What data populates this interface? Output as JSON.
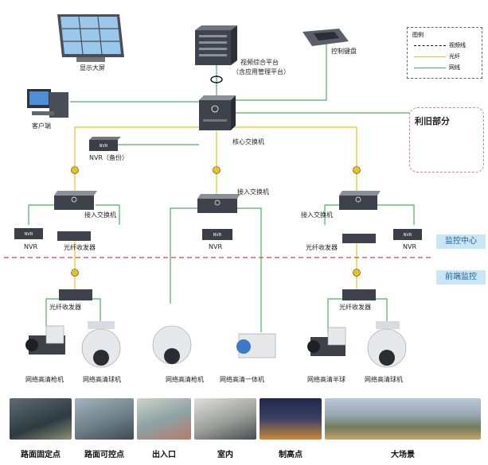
{
  "legend": {
    "title": "图例",
    "items": [
      {
        "label": "视频线",
        "style": "dashed-black"
      },
      {
        "label": "光纤",
        "style": "yellow"
      },
      {
        "label": "网线",
        "style": "green"
      }
    ]
  },
  "nodes": {
    "display_wall": "显示大屏",
    "platform_line1": "视频综合平台",
    "platform_line2": "（含应用管理平台）",
    "keyboard": "控制键盘",
    "client": "客户端",
    "core_switch": "核心交换机",
    "nvr_backup": "NVR（备份）",
    "access_switch_left": "接入交换机",
    "access_switch_mid": "接入交换机",
    "access_switch_right": "接入交换机",
    "nvr_left": "NVR",
    "nvr_mid": "NVR",
    "nvr_right": "NVR",
    "transceiver_left_top": "光纤收发器",
    "transceiver_right_top": "光纤收发器",
    "transceiver_left_bottom": "光纤收发器",
    "transceiver_right_bottom": "光纤收发器",
    "cam_left_gun": "网络高清枪机",
    "cam_left_dome": "网络高清球机",
    "cam_mid_dome": "网络高清枪机",
    "cam_mid_box": "网络高清一体机",
    "cam_right_gun": "网络高清半球",
    "cam_right_dome": "网络高清球机",
    "device_nvr_text": "NVR"
  },
  "reuse": {
    "title": "利旧部分"
  },
  "zones": {
    "monitor_center": "监控中心",
    "frontend": "前端监控"
  },
  "photos": [
    "路面固定点",
    "路面可控点",
    "出入口",
    "室内",
    "制高点",
    "大场景"
  ],
  "colors": {
    "fiber": "#e8c21a",
    "network": "#4caf60",
    "zone_fill": "#c9e6f6",
    "zone_divider": "#e04040"
  }
}
